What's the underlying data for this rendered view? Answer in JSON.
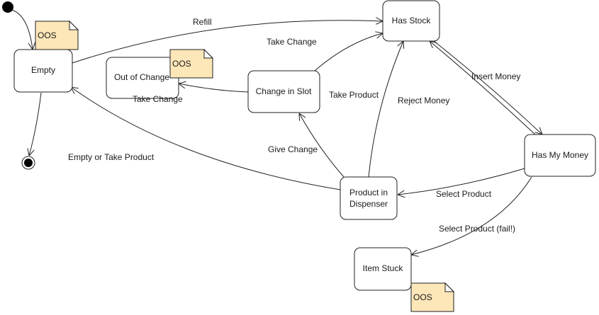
{
  "states": {
    "empty": "Empty",
    "has_stock": "Has Stock",
    "out_of_change": "Out of Change",
    "change_in_slot": "Change in Slot",
    "has_my_money": "Has My Money",
    "product_in_dispenser_line1": "Product in",
    "product_in_dispenser_line2": "Dispenser",
    "item_stuck": "Item Stuck"
  },
  "notes": {
    "empty_note": "OOS",
    "out_of_change_note": "OOS",
    "item_stuck_note": "OOS"
  },
  "transitions": {
    "refill": "Refill",
    "take_change_to_stock": "Take Change",
    "take_change_to_out": "Take Change",
    "insert_money": "Insert Money",
    "reject_money": "Reject Money",
    "take_product": "Take Product",
    "give_change": "Give Change",
    "empty_or_take_product": "Empty or Take Product",
    "select_product": "Select Product",
    "select_product_fail": "Select Product (fail!)"
  },
  "colors": {
    "note_fill": "#fde6b8",
    "line": "#202020",
    "background": "#ffffff"
  }
}
